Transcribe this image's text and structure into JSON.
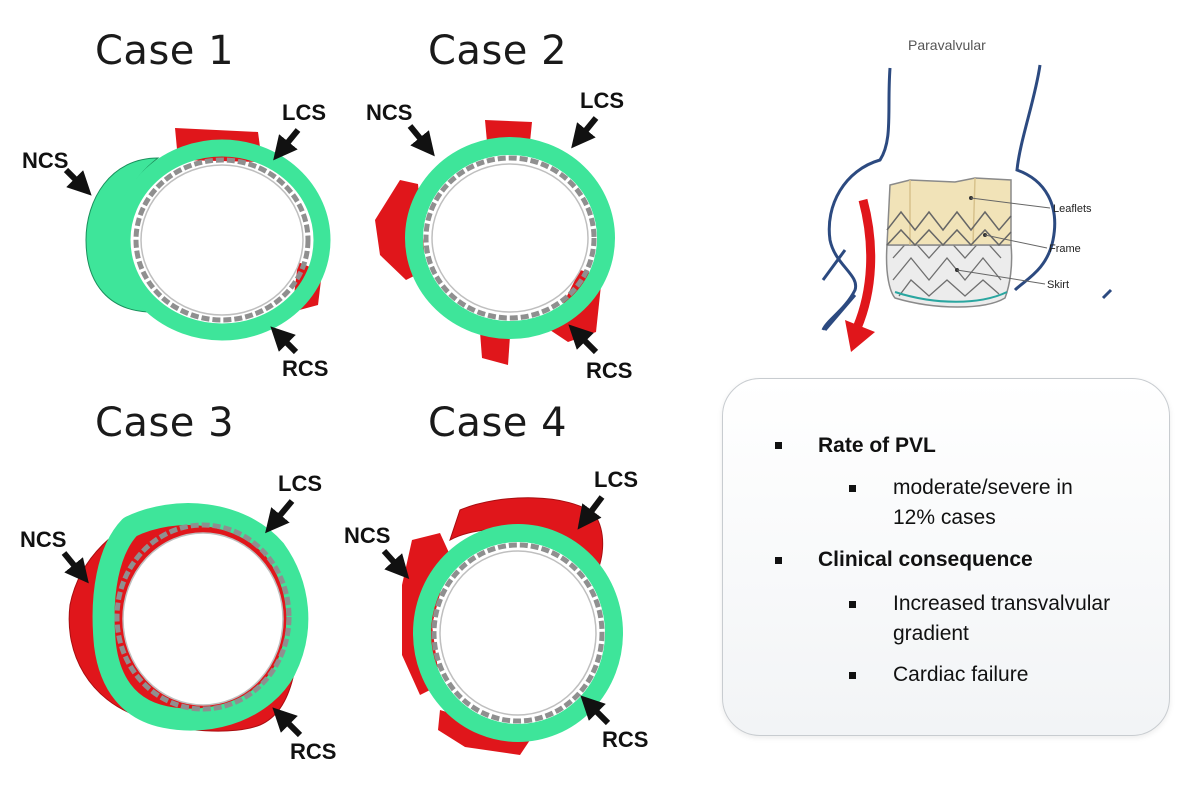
{
  "cases": [
    {
      "title": "Case 1",
      "labels": {
        "ncs": "NCS",
        "lcs": "LCS",
        "rcs": "RCS"
      }
    },
    {
      "title": "Case 2",
      "labels": {
        "ncs": "NCS",
        "lcs": "LCS",
        "rcs": "RCS"
      }
    },
    {
      "title": "Case 3",
      "labels": {
        "ncs": "NCS",
        "lcs": "LCS",
        "rcs": "RCS"
      }
    },
    {
      "title": "Case 4",
      "labels": {
        "ncs": "NCS",
        "lcs": "LCS",
        "rcs": "RCS"
      }
    }
  ],
  "paravalvular": {
    "title": "Paravalvular",
    "parts": {
      "leaflets": "Leaflets",
      "frame": "Frame",
      "skirt": "Skirt"
    }
  },
  "info": {
    "items": [
      {
        "label": "Rate of PVL",
        "sub": [
          "moderate/severe in",
          "12% cases"
        ]
      },
      {
        "label": "Clinical consequence",
        "sub1": [
          "Increased transvalvular",
          "gradient"
        ],
        "sub2": "Cardiac failure"
      }
    ]
  },
  "colors": {
    "green": "#3ee59a",
    "red": "#e0161b",
    "frame": "#9a9a9a",
    "outline": "#2c4a80"
  }
}
